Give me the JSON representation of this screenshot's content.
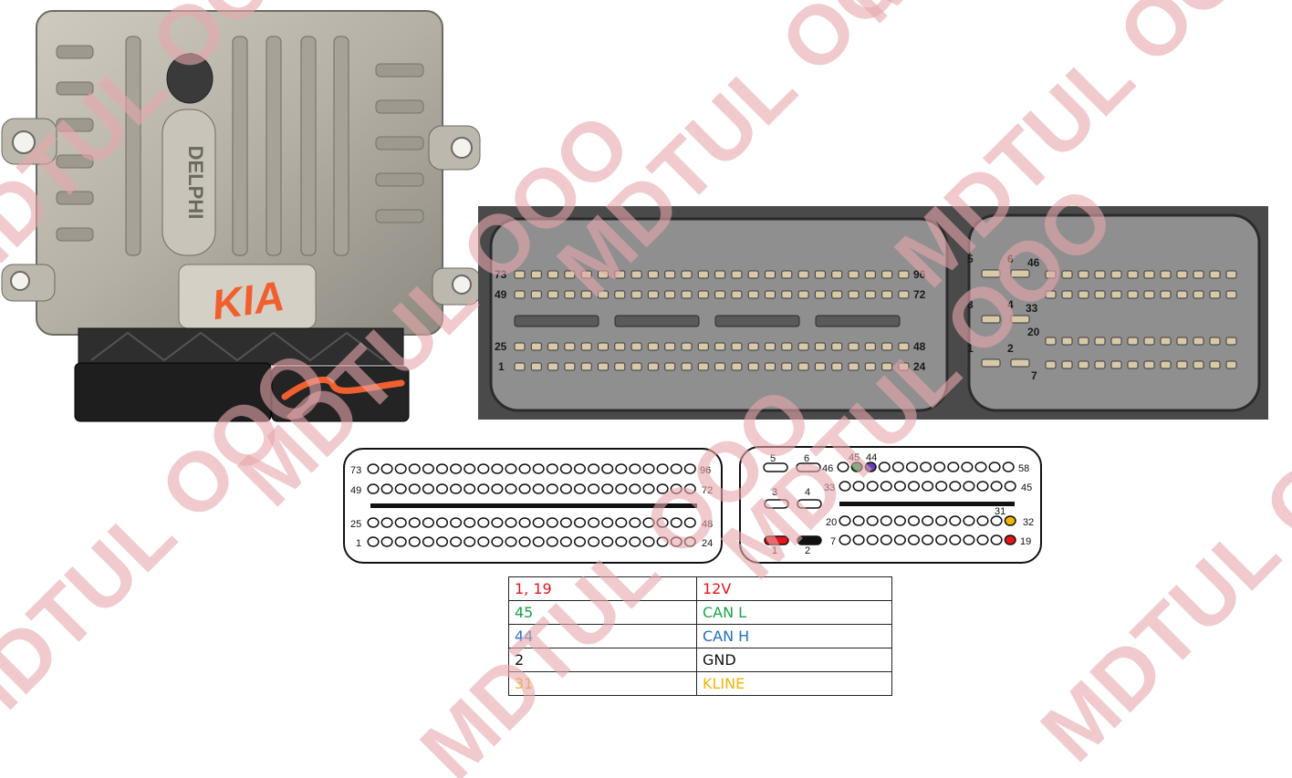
{
  "photo": {
    "ecu_brand_lettering": "DELPHI",
    "handwritten_mark": "KIA"
  },
  "connector_photo_labels": {
    "main_block": [
      "73",
      "49",
      "25",
      "1",
      "96",
      "72",
      "48",
      "24"
    ],
    "aux_block": [
      "5",
      "6",
      "46",
      "3",
      "4",
      "33",
      "20",
      "1",
      "2",
      "7"
    ]
  },
  "left_connector": {
    "row_start_labels": [
      "73",
      "49",
      "25",
      "1"
    ],
    "row_end_labels": [
      "96",
      "72",
      "48",
      "24"
    ]
  },
  "right_connector": {
    "small_pins": [
      "5",
      "6",
      "3",
      "4",
      "1",
      "2"
    ],
    "row_start_labels": [
      "46",
      "33",
      "20",
      "7"
    ],
    "row_end_labels": [
      "58",
      "45",
      "32",
      "19"
    ],
    "highlight_labels": [
      "45",
      "44",
      "31"
    ]
  },
  "pinout_table": [
    {
      "pin": "1, 19",
      "function": "12V",
      "color": "#e8141c"
    },
    {
      "pin": "45",
      "function": "CAN L",
      "color": "#1aa34a"
    },
    {
      "pin": "44",
      "function": "CAN H",
      "color": "#1f6fc0"
    },
    {
      "pin": "2",
      "function": "GND",
      "color": "#111111"
    },
    {
      "pin": "31",
      "function": "KLINE",
      "color": "#f5b400"
    }
  ],
  "watermark_text": "MDTUL OOO",
  "colors": {
    "power": "#e8141c",
    "can_l": "#1aa34a",
    "can_h": "#1f6fc0",
    "can_h_pin": "#6a3fb5",
    "ground": "#111111",
    "kline": "#f5b400",
    "watermark": "#e6a6ab"
  }
}
